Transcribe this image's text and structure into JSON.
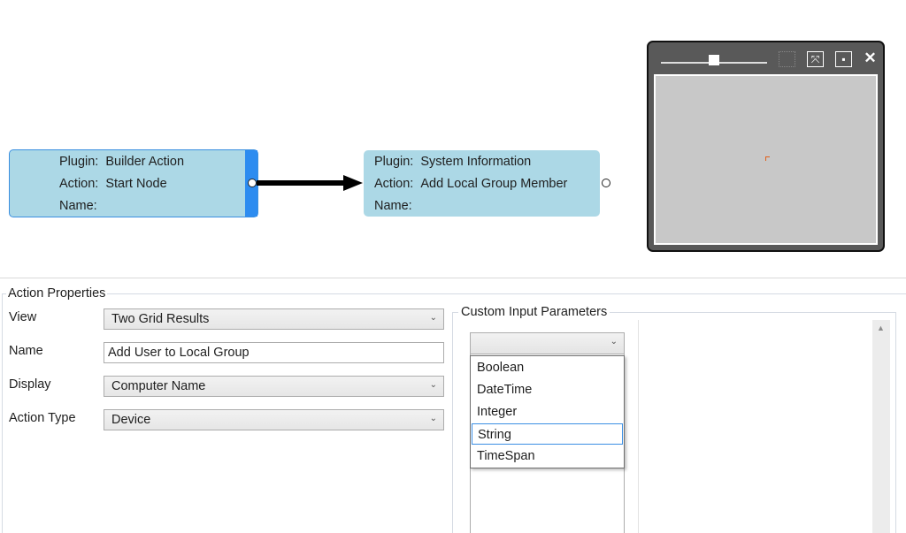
{
  "canvas": {
    "nodes": [
      {
        "plugin_label": "Plugin:",
        "plugin": "Builder Action",
        "action_label": "Action:",
        "action": "Start Node",
        "name_label": "Name:",
        "name": ""
      },
      {
        "plugin_label": "Plugin:",
        "plugin": "System Information",
        "action_label": "Action:",
        "action": "Add Local Group Member",
        "name_label": "Name:",
        "name": ""
      }
    ]
  },
  "overview": {
    "zoom_level": 0.5,
    "buttons": {
      "fit": "fit-icon",
      "expand": "expand-icon",
      "center": "center-icon",
      "close": "close-icon"
    },
    "close_glyph": "✕",
    "expand_glyph": "⤧",
    "center_glyph": "▪"
  },
  "properties": {
    "title": "Action Properties",
    "fields": {
      "view": {
        "label": "View",
        "value": "Two Grid Results"
      },
      "name": {
        "label": "Name",
        "value": "Add User to Local Group"
      },
      "display": {
        "label": "Display",
        "value": "Computer Name"
      },
      "action_type": {
        "label": "Action Type",
        "value": "Device"
      }
    },
    "chevron": "⌄"
  },
  "custom_input": {
    "title": "Custom Input Parameters",
    "selected_value": "",
    "options": [
      "Boolean",
      "DateTime",
      "Integer",
      "String",
      "TimeSpan"
    ],
    "highlighted": "String",
    "scroll_up_glyph": "▲"
  },
  "colors": {
    "node_fill": "#acd8e6",
    "selection_accent": "#2d8cf0",
    "highlight_border": "#3b8fe4"
  }
}
